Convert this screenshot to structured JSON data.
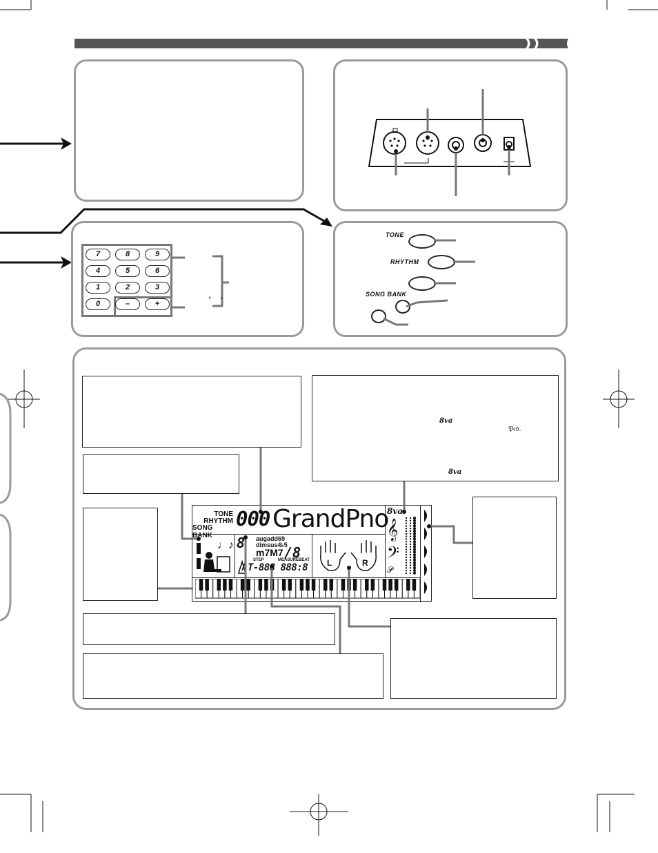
{
  "button_panel": {
    "tone_label": "TONE",
    "rhythm_label": "RHYTHM",
    "song_bank_label": "SONG BANK"
  },
  "keypad": {
    "keys": [
      "7",
      "8",
      "9",
      "4",
      "5",
      "6",
      "1",
      "2",
      "3",
      "0",
      "–",
      "+"
    ]
  },
  "lcd": {
    "mode_tone": "TONE",
    "mode_rhythm": "RHYTHM",
    "mode_song_bank": "SONG BANK",
    "number": "000",
    "name": "GrandPno",
    "chord_types_1": "augadd69",
    "chord_types_2": "dimsus4♭5",
    "chord_types_3": "m7M7",
    "step_label": "STEP",
    "measure_label": "MEASURE",
    "beat_label": "BEAT",
    "counter": "T-888 888:8",
    "octave_mark": "8va",
    "pedal_mark": "𝒫",
    "left_hand": "L",
    "right_hand": "R"
  },
  "notation_box": {
    "octave_mark_1": "8va",
    "pedal_mark": "𝔓𝔢𝔡.",
    "octave_mark_2": "8va"
  }
}
